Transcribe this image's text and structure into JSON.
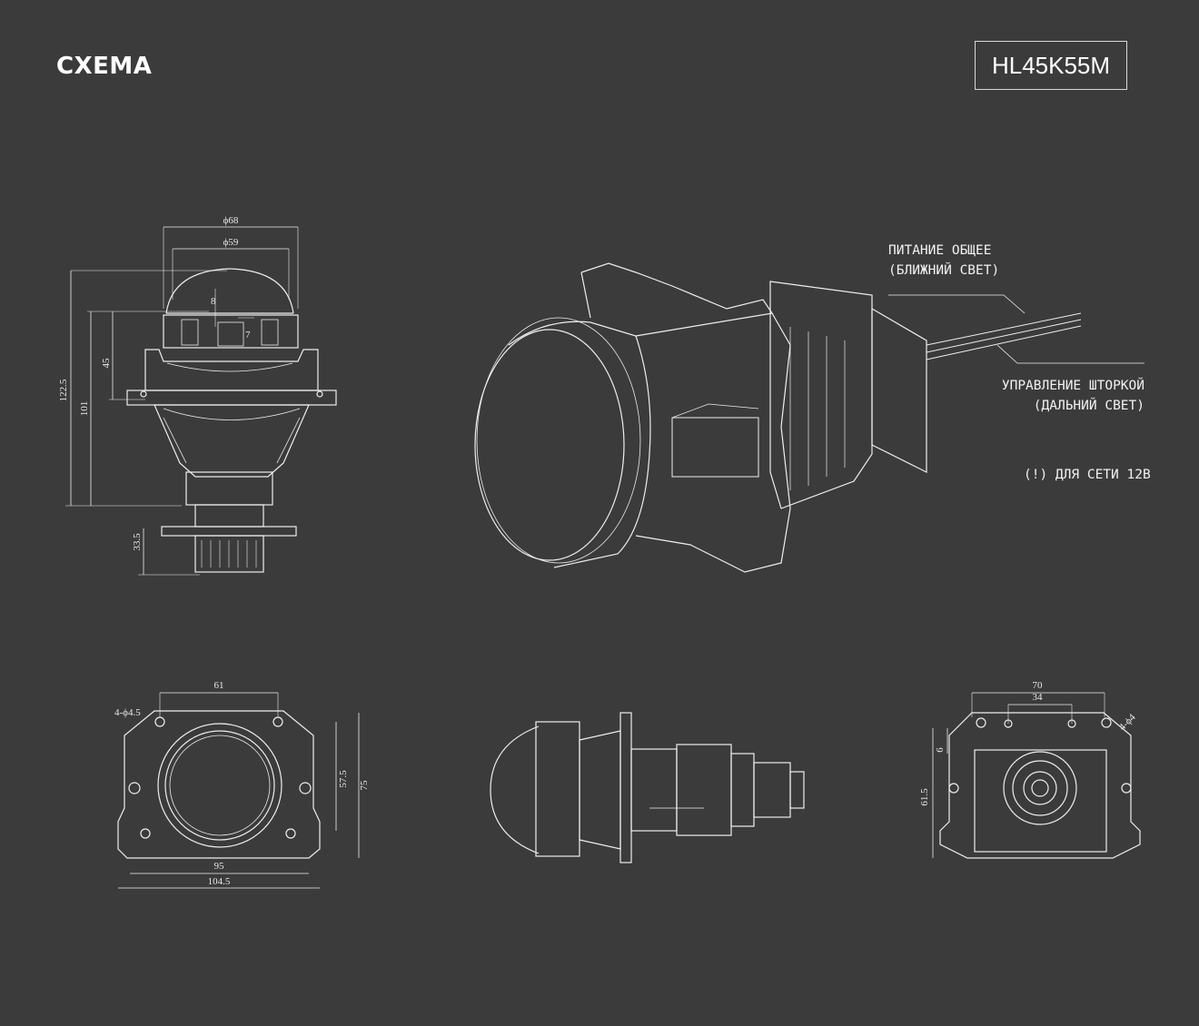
{
  "header": {
    "title": "СХЕМА",
    "model": "HL45K55M"
  },
  "notes": {
    "power_line1": "ПИТАНИЕ ОБЩЕЕ",
    "power_line2": "(БЛИЖНИЙ СВЕТ)",
    "shutter_line1": "УПРАВЛЕНИЕ ШТОРКОЙ",
    "shutter_line2": "(ДАЛЬНИЙ СВЕТ)",
    "network": "(!) ДЛЯ СЕТИ 12В"
  },
  "dimensions": {
    "front": {
      "outer_diameter": "ϕ68",
      "lens_diameter": "ϕ59",
      "d8": "8",
      "d7": "7",
      "d45": "45",
      "d101": "101",
      "d122_5": "122.5",
      "d33_5": "33.5"
    },
    "rear_left": {
      "d61": "61",
      "holes": "4-ϕ4.5",
      "d57_5": "57.5",
      "d75": "75",
      "d95": "95",
      "d104_5": "104.5"
    },
    "rear_right": {
      "d70": "70",
      "d34": "34",
      "holes": "4-ϕ4",
      "d6": "6",
      "d61_5": "61.5"
    }
  },
  "colors": {
    "background": "#3b3b3b",
    "line": "#f0f0f0",
    "text": "#ffffff"
  }
}
